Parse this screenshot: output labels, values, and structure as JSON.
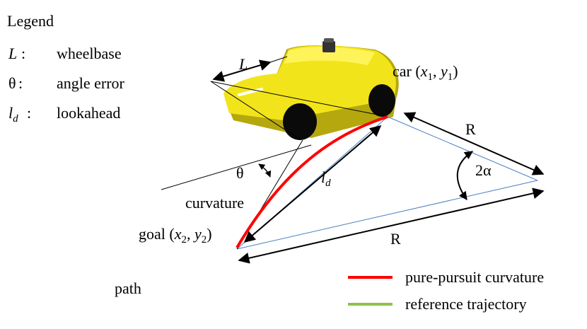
{
  "legend": {
    "title": "Legend",
    "rows": [
      {
        "symbol": "L",
        "sep": ":",
        "desc": "wheelbase"
      },
      {
        "symbol": "θ",
        "sep": ":",
        "desc": "angle error"
      },
      {
        "symbol": "l",
        "symbol_sub": "d",
        "sep": ":",
        "desc": "lookahead"
      }
    ]
  },
  "labels": {
    "wheelbase": "L",
    "car_prefix": "car (",
    "car_x": "x",
    "car_x_sub": "1",
    "car_mid": ", ",
    "car_y": "y",
    "car_y_sub": "1",
    "car_suffix": ")",
    "radius_top": "R",
    "radius_bottom": "R",
    "angle": "2α",
    "theta": "θ",
    "lookahead_l": "l",
    "lookahead_sub": "d",
    "curvature": "curvature",
    "goal_prefix": "goal (",
    "goal_x": "x",
    "goal_x_sub": "2",
    "goal_mid": ", ",
    "goal_y": "y",
    "goal_y_sub": "2",
    "goal_suffix": ")",
    "path": "path"
  },
  "series_legend": [
    {
      "label": "pure-pursuit curvature",
      "color": "#ff0000"
    },
    {
      "label": "reference trajectory",
      "color": "#8bc34a"
    }
  ],
  "colors": {
    "car_body": "#f2e41a",
    "car_shadow": "#b5a80e",
    "wheel": "#0a0a0a",
    "curve": "#ff0000",
    "triangle": "#4a7fc1",
    "reference": "#8bc34a"
  }
}
